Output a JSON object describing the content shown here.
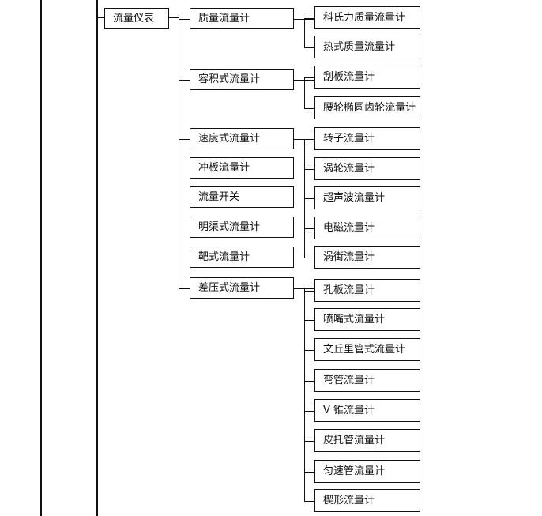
{
  "diagram": {
    "root": "流量仪表",
    "groups": [
      {
        "label": "质量流量计",
        "children": [
          "科氏力质量流量计",
          "热式质量流量计"
        ]
      },
      {
        "label": "容积式流量计",
        "children": [
          "刮板流量计",
          "腰轮椭圆齿轮流量计"
        ]
      },
      {
        "label": "速度式流量计",
        "children": [
          "转子流量计",
          "涡轮流量计",
          "超声波流量计",
          "电磁流量计",
          "涡街流量计"
        ]
      },
      {
        "label": "冲板流量计",
        "children": []
      },
      {
        "label": "流量开关",
        "children": []
      },
      {
        "label": "明渠式流量计",
        "children": []
      },
      {
        "label": "靶式流量计",
        "children": []
      },
      {
        "label": "差压式流量计",
        "children": [
          "孔板流量计",
          "喷嘴式流量计",
          "文丘里管式流量计",
          "弯管流量计",
          "V 锥流量计",
          "皮托管流量计",
          "匀速管流量计",
          "楔形流量计"
        ]
      }
    ]
  }
}
